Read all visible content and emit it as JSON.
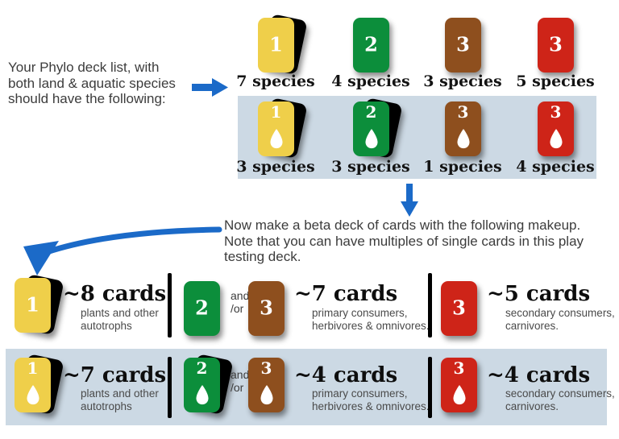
{
  "intro": {
    "lines": [
      "Your Phylo deck list, with",
      "both land & aquatic species",
      "should have the following:"
    ]
  },
  "beta_note": {
    "lines": [
      "Now make a beta deck of cards with the following makeup.",
      "Note that you can have multiples of single cards in this play",
      "testing deck."
    ]
  },
  "connector": {
    "lines": [
      "and",
      "/or"
    ]
  },
  "deck_list": {
    "land_row": [
      {
        "number": "1",
        "label": "7 species",
        "color": "#EFCF4A"
      },
      {
        "number": "2",
        "label": "4 species",
        "color": "#0C8E3B"
      },
      {
        "number": "3",
        "label": "3 species",
        "color": "#8E4F1E"
      },
      {
        "number": "3",
        "label": "5 species",
        "color": "#CE2418"
      }
    ],
    "aquatic_row": [
      {
        "number": "1",
        "label": "3 species",
        "color": "#EFCF4A"
      },
      {
        "number": "2",
        "label": "3 species",
        "color": "#0C8E3B"
      },
      {
        "number": "3",
        "label": "1 species",
        "color": "#8E4F1E"
      },
      {
        "number": "3",
        "label": "4 species",
        "color": "#CE2418"
      }
    ]
  },
  "beta_deck": {
    "land_row": {
      "producers": {
        "card_number": "1",
        "count": "~8 cards",
        "desc_lines": [
          "plants and other",
          "autotrophs"
        ]
      },
      "primary": {
        "left_card_number": "2",
        "right_card_number": "3",
        "count": "~7 cards",
        "desc_lines": [
          "primary consumers,",
          "herbivores & omnivores."
        ]
      },
      "secondary": {
        "card_number": "3",
        "count": "~5 cards",
        "desc_lines": [
          "secondary consumers,",
          "carnivores."
        ]
      }
    },
    "aquatic_row": {
      "producers": {
        "card_number": "1",
        "count": "~7 cards",
        "desc_lines": [
          "plants and other",
          "autotrophs"
        ]
      },
      "primary": {
        "left_card_number": "2",
        "right_card_number": "3",
        "count": "~4 cards",
        "desc_lines": [
          "primary consumers,",
          "herbivores & omnivores."
        ]
      },
      "secondary": {
        "card_number": "3",
        "count": "~4 cards",
        "desc_lines": [
          "secondary consumers,",
          "carnivores."
        ]
      }
    }
  },
  "icons": {
    "aquatic_marker": "water-droplet",
    "flow_right": "right-arrow",
    "flow_down": "down-arrow",
    "flow_curved": "curved-arrow"
  },
  "colors": {
    "yellow_card": "#EFCF4A",
    "green_card": "#0C8E3B",
    "brown_card": "#8E4F1E",
    "red_card": "#CE2418",
    "arrow_blue": "#1B6AC8",
    "panel_blue": "#CCD9E4",
    "card_back": "#000000"
  }
}
